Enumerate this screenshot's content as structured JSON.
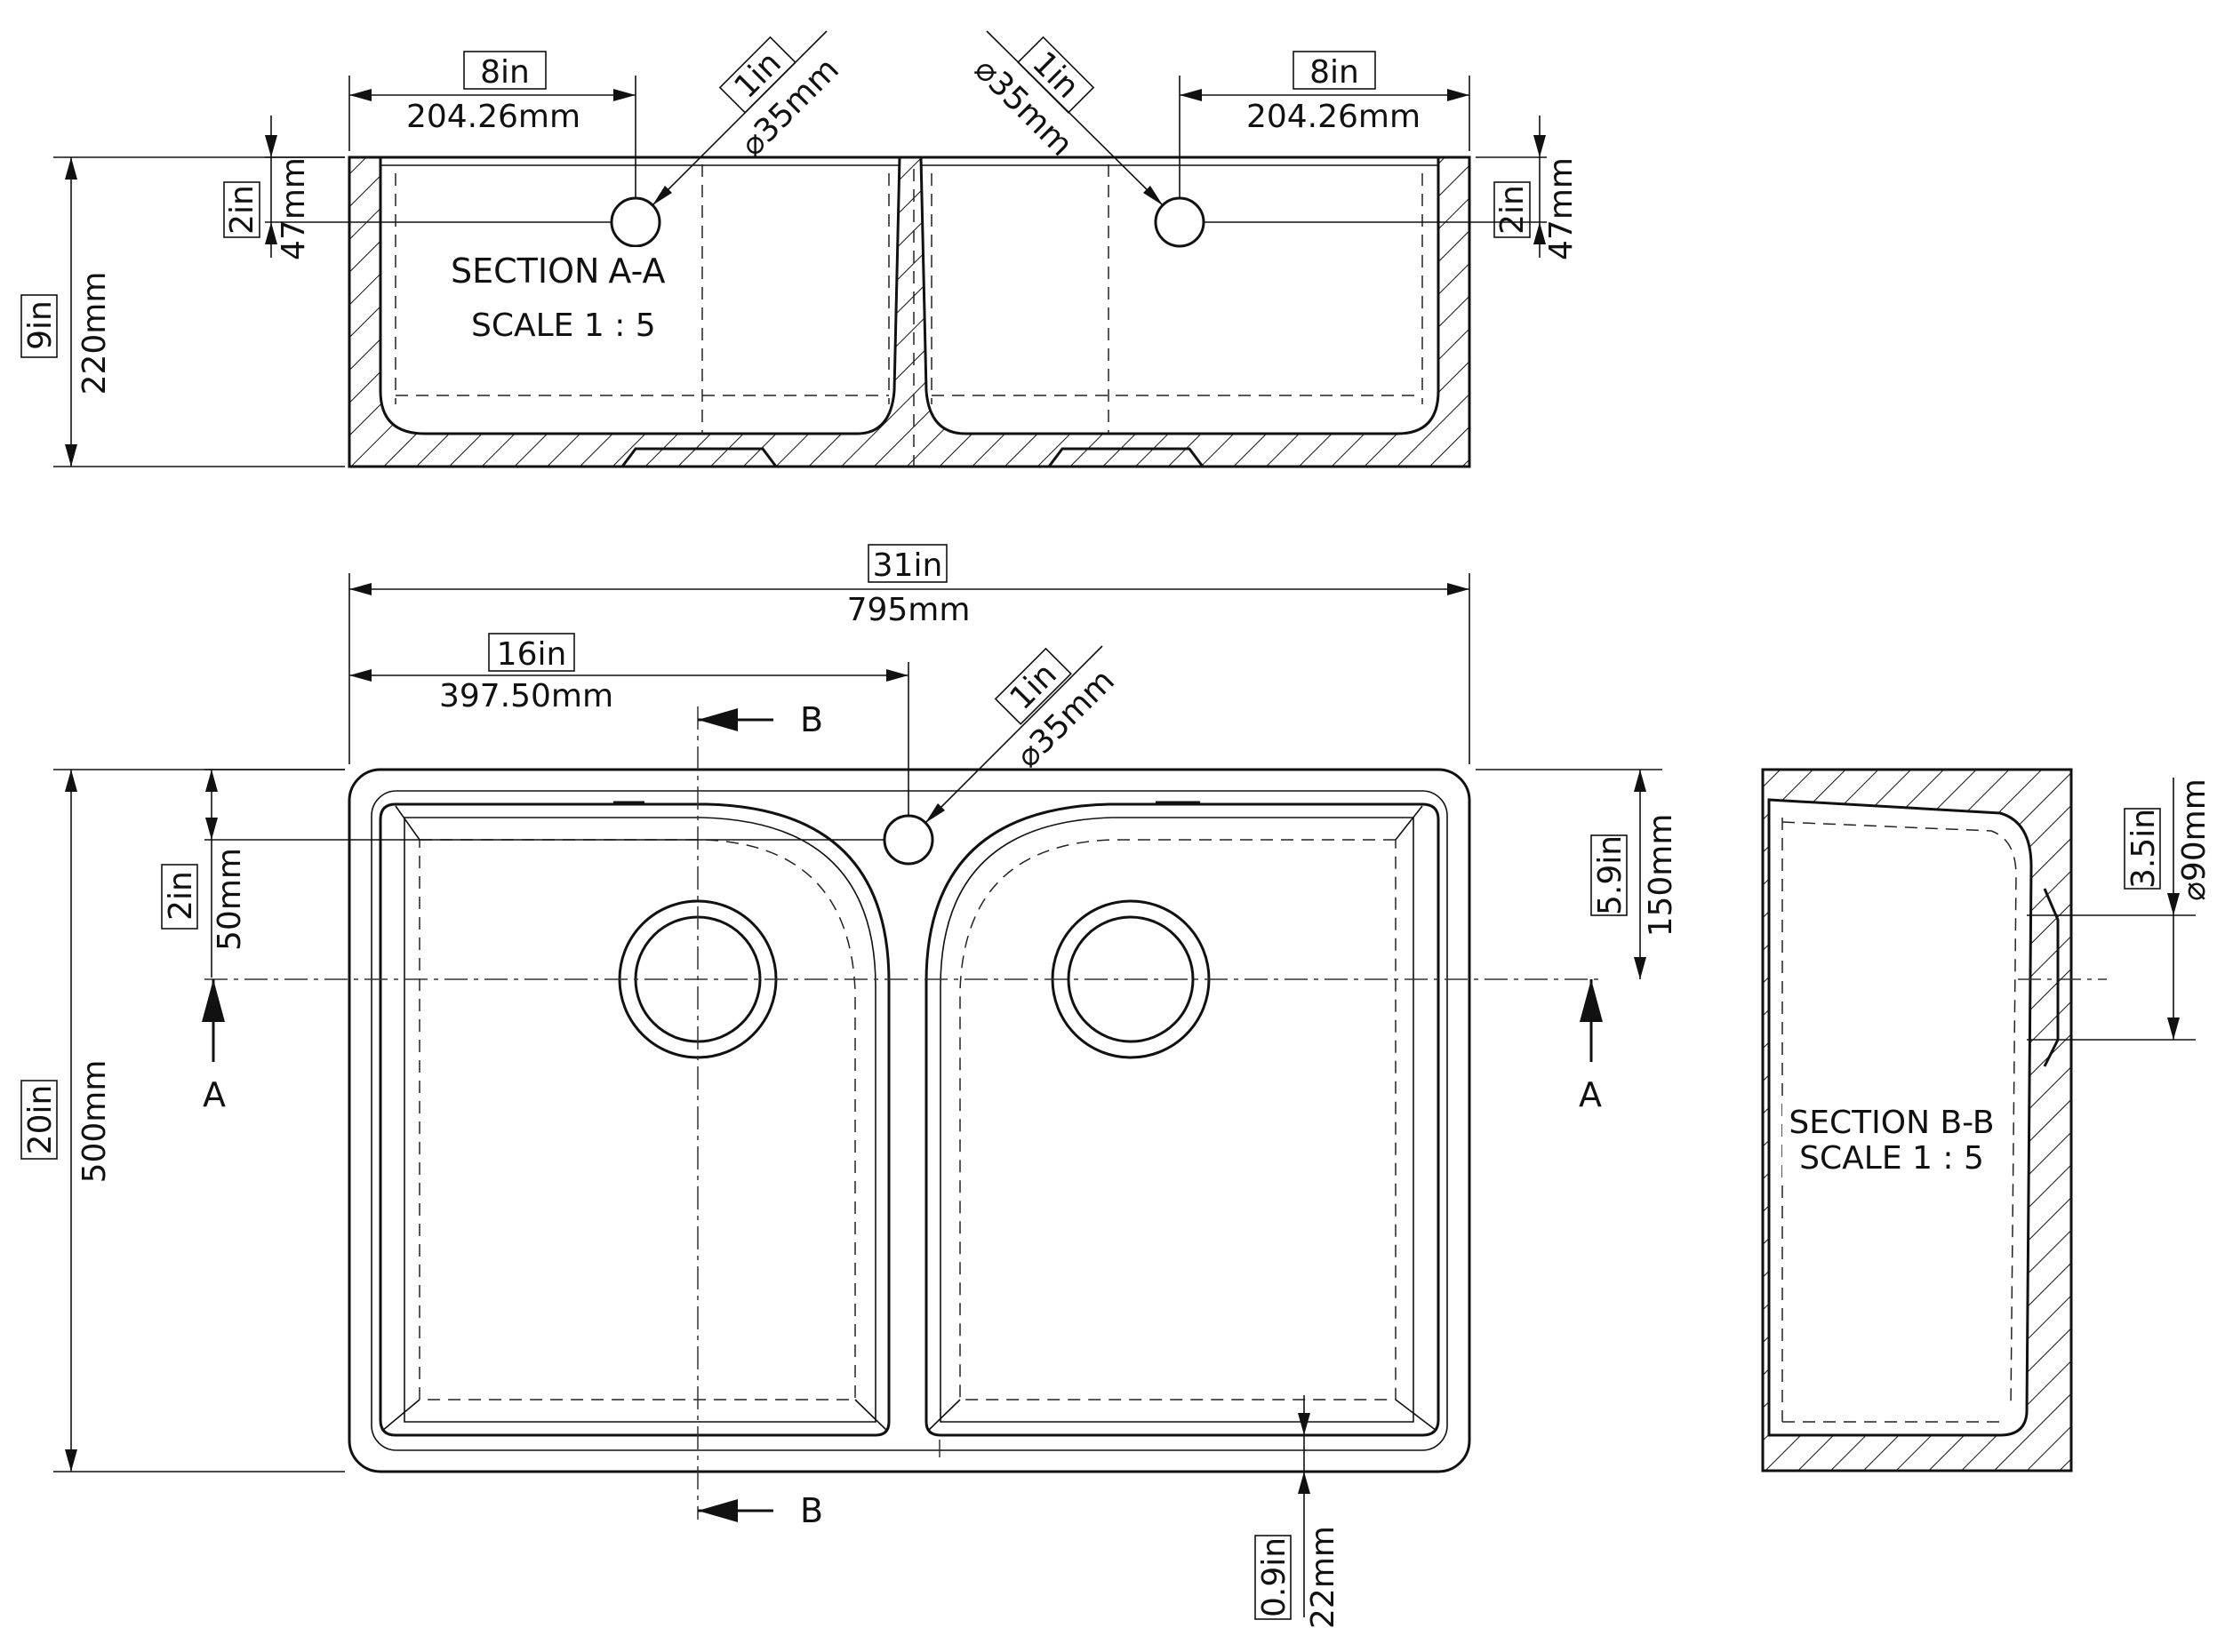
{
  "section_aa": {
    "title_word": "SECTION",
    "title_letters": "A-A",
    "scale": "SCALE 1 : 5",
    "left_offset_in": "8in",
    "left_offset_mm": "204.26mm",
    "right_offset_in": "8in",
    "right_offset_mm": "204.26mm",
    "left_hole_in": "1in",
    "left_hole_mm": "⌀35mm",
    "right_hole_in": "1in",
    "right_hole_mm": "⌀35mm",
    "left_hole_depth_in": "2in",
    "left_hole_depth_mm": "47mm",
    "right_hole_depth_in": "2in",
    "right_hole_depth_mm": "47mm",
    "height_in": "9in",
    "height_mm": "220mm"
  },
  "plan_view": {
    "width_in": "31in",
    "width_mm": "795mm",
    "center_in": "16in",
    "center_mm": "397.50mm",
    "tap_hole_in": "1in",
    "tap_hole_mm": "⌀35mm",
    "tap_offset_in": "2in",
    "tap_offset_mm": "50mm",
    "waste_offset_in": "5.9in",
    "waste_offset_mm": "150mm",
    "depth_in": "20in",
    "depth_mm": "500mm",
    "rim_in": "0.9in",
    "rim_mm": "22mm",
    "section_mark_b": "B",
    "section_mark_a": "A"
  },
  "section_bb": {
    "title": "SECTION B-B",
    "scale": "SCALE 1 : 5",
    "waste_in": "3.5in",
    "waste_mm": "⌀90mm"
  },
  "colors": {
    "line": "#111111",
    "background": "#ffffff"
  }
}
